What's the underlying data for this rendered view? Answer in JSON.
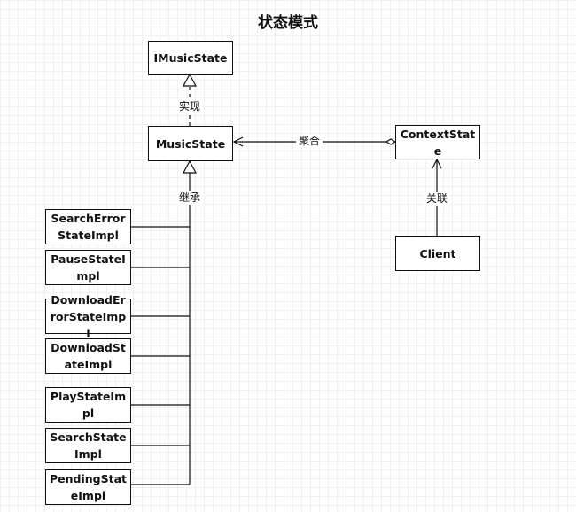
{
  "title": "状态模式",
  "nodes": {
    "imusicstate": "IMusicState",
    "musicstate": "MusicState",
    "contextstate": "ContextState",
    "client": "Client",
    "impls": [
      "SearchErrorStateImpl",
      "PauseStateImpl",
      "DownloadErrorStateImpl",
      "DownloadStateImpl",
      "PlayStateImpl",
      "SearchStateImpl",
      "PendingStateImpl"
    ]
  },
  "edges": {
    "realization": "实现",
    "inheritance": "继承",
    "aggregation": "聚合",
    "association": "关联"
  }
}
